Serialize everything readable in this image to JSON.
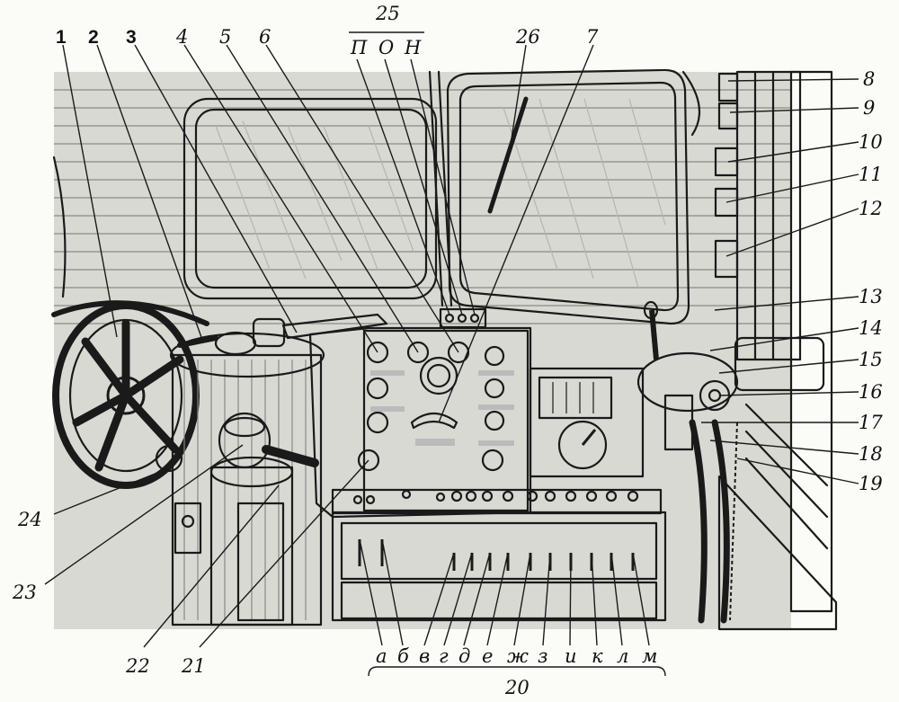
{
  "callouts_top": [
    {
      "id": "c1",
      "text": "1"
    },
    {
      "id": "c2",
      "text": "2"
    },
    {
      "id": "c3",
      "text": "3"
    },
    {
      "id": "c4",
      "text": "4"
    },
    {
      "id": "c5",
      "text": "5"
    },
    {
      "id": "c6",
      "text": "6"
    },
    {
      "id": "c7",
      "text": "7"
    },
    {
      "id": "c26",
      "text": "26"
    }
  ],
  "group25": {
    "number": "25",
    "letters": [
      "П",
      "О",
      "Н"
    ]
  },
  "callouts_right": [
    "8",
    "9",
    "10",
    "11",
    "12",
    "13",
    "14",
    "15",
    "16",
    "17",
    "18",
    "19"
  ],
  "callouts_left": [
    "24",
    "23",
    "22",
    "21"
  ],
  "group20": {
    "number": "20",
    "letters": [
      "а",
      "б",
      "в",
      "г",
      "д",
      "е",
      "ж",
      "з",
      "и",
      "к",
      "л",
      "м"
    ]
  }
}
